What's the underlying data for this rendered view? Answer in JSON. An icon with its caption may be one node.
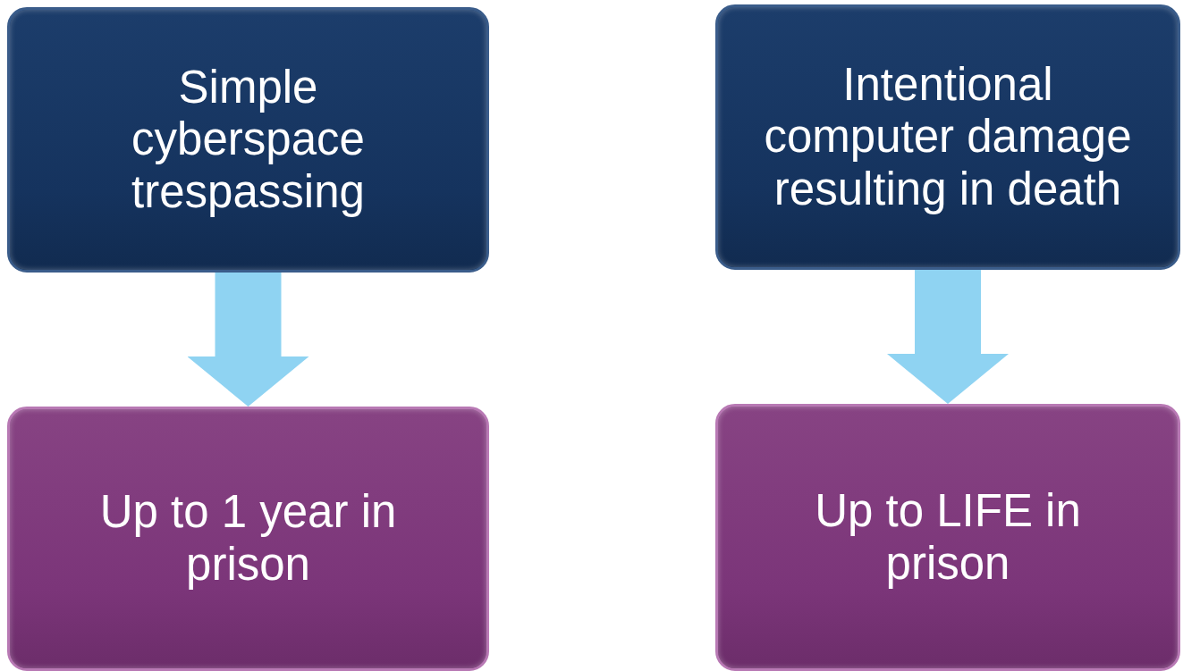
{
  "diagram": {
    "nodes": [
      {
        "text": [
          "Simple cyberspace trespassing"
        ]
      },
      {
        "text": [
          "Intentional computer damage resulting in death"
        ]
      },
      {
        "text": [
          "Up to 1 year in prison"
        ]
      },
      {
        "text": [
          "Up to LIFE in prison"
        ]
      }
    ],
    "edges": [
      {
        "from": 0,
        "to": 2,
        "arrow": "to"
      },
      {
        "from": 1,
        "to": 3,
        "arrow": "to"
      }
    ]
  }
}
